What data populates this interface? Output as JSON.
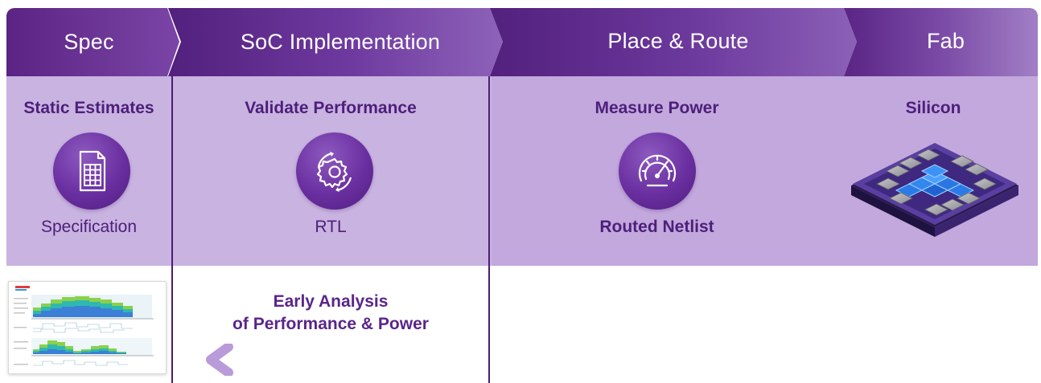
{
  "phases": {
    "spec": "Spec",
    "soc": "SoC Implementation",
    "place_route": "Place & Route",
    "fab": "Fab"
  },
  "columns": {
    "spec": {
      "title": "Static Estimates",
      "subtitle": "Specification",
      "icon": "spreadsheet-icon"
    },
    "soc": {
      "title": "Validate Performance",
      "subtitle": "RTL",
      "icon": "gear-cycle-icon"
    },
    "pr": {
      "title": "Measure Power",
      "subtitle": "Routed Netlist",
      "icon": "speedometer-icon"
    },
    "fab": {
      "title": "Silicon",
      "icon": "chip-illustration"
    }
  },
  "analysis": {
    "line1": "Early Analysis",
    "line2": "of Performance & Power"
  },
  "colors": {
    "header_dark": "#52207d",
    "band": "#c9b3e1",
    "accent_text": "#4d1f7a",
    "arrow_start": "#b99bd9",
    "arrow_end": "#5a2589"
  }
}
